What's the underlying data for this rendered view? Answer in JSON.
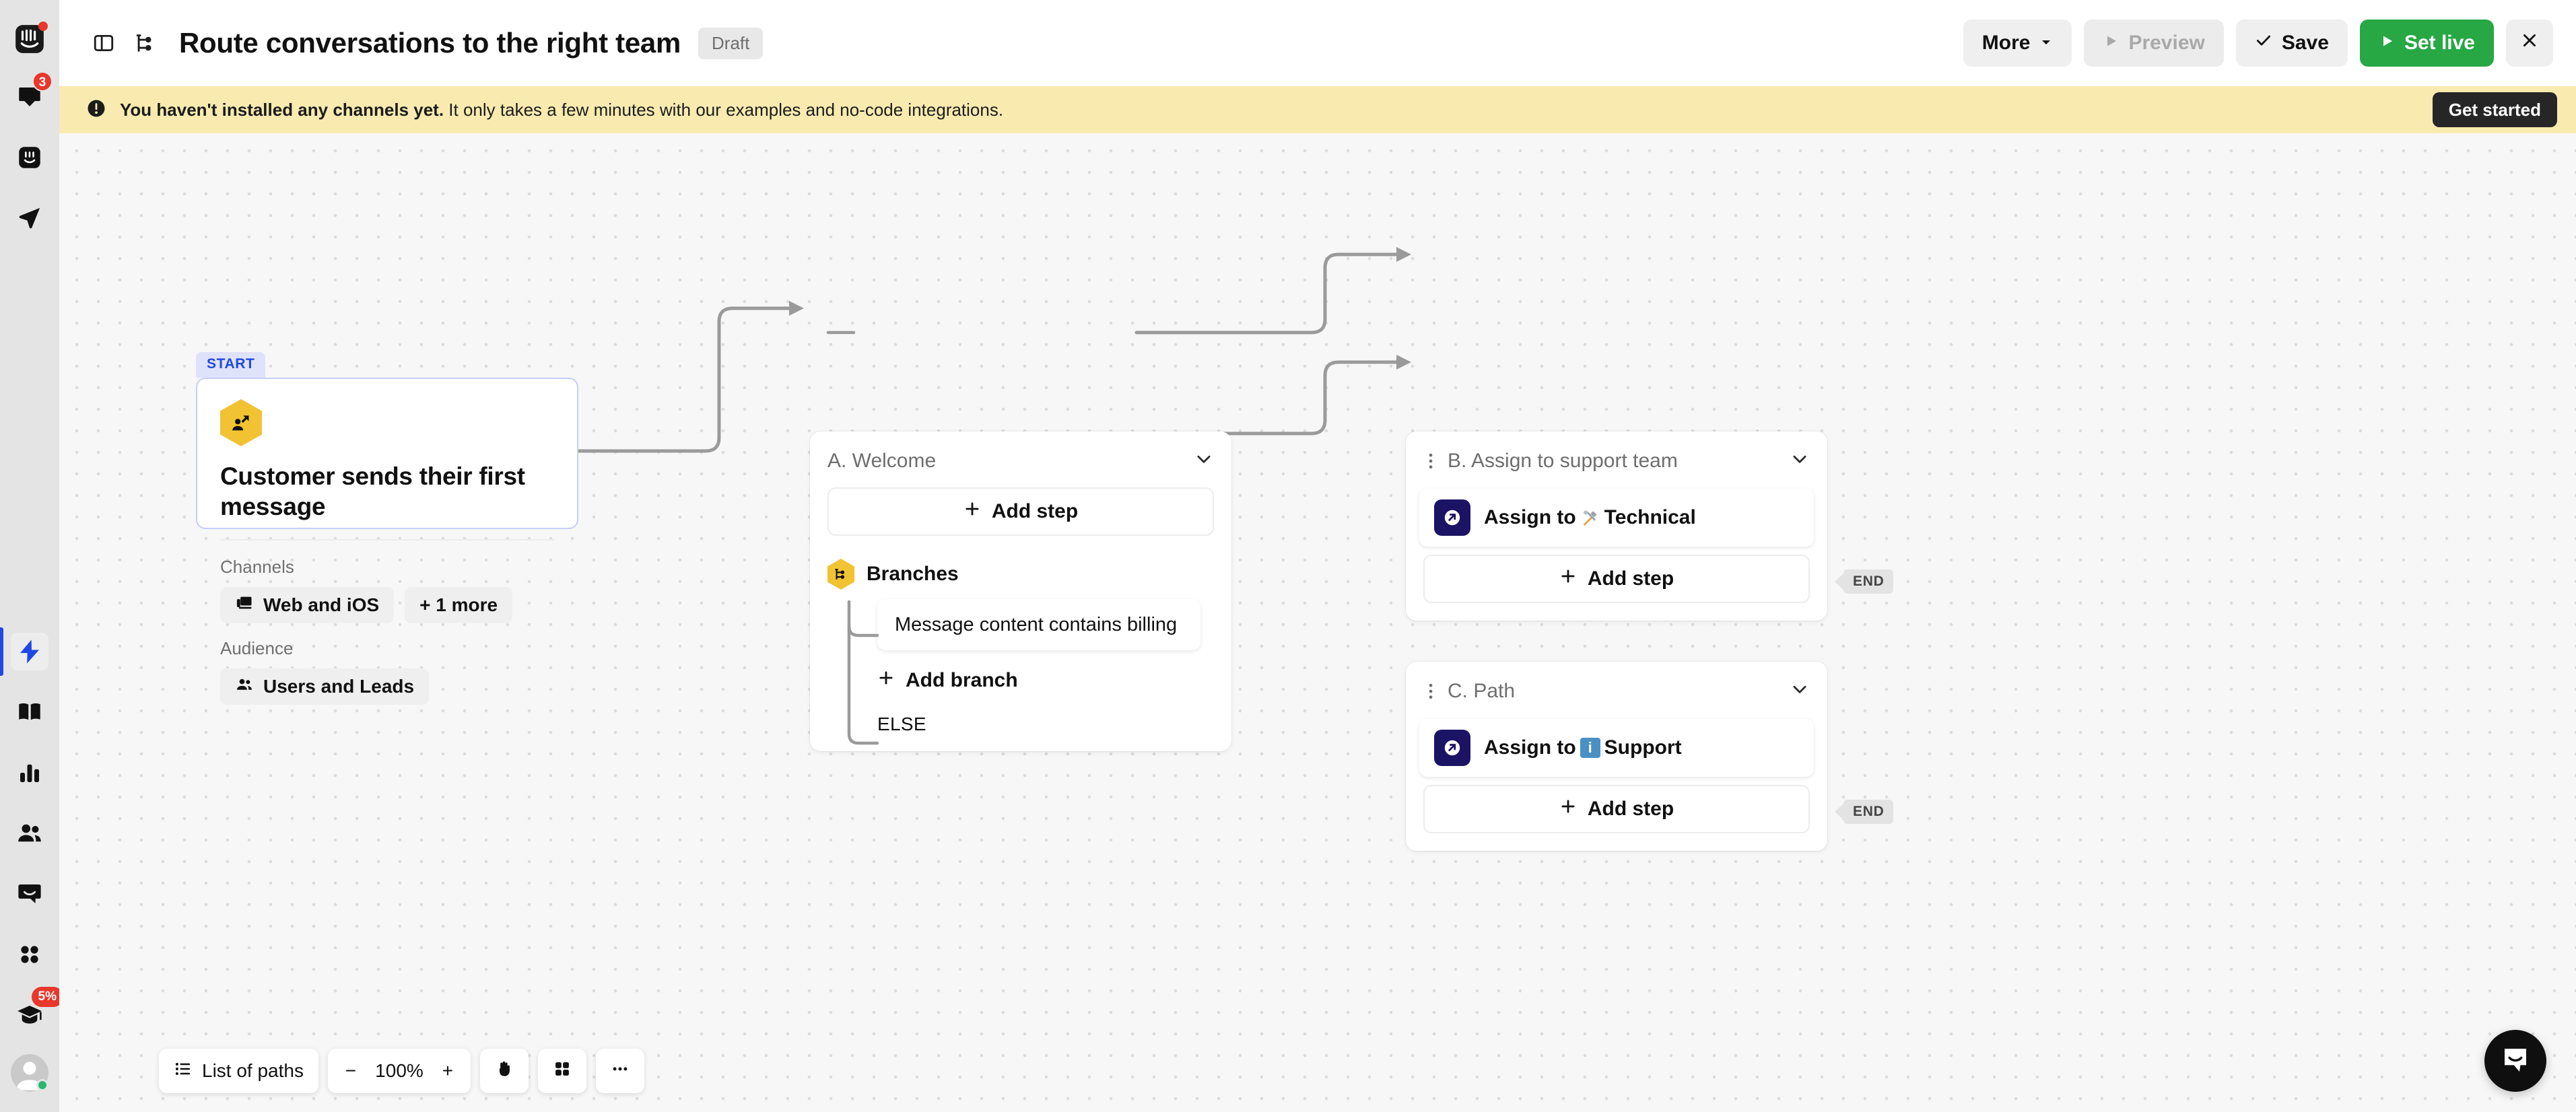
{
  "rail": {
    "logo_icon": "intercom-logo-icon",
    "top_items": [
      {
        "name": "inbox",
        "icon": "inbox-icon",
        "badge": "3"
      },
      {
        "name": "messenger",
        "icon": "messenger-face-icon",
        "badge": ""
      },
      {
        "name": "send",
        "icon": "paper-plane-icon",
        "badge": ""
      }
    ],
    "bottom_items": [
      {
        "name": "automation",
        "icon": "lightning-bolt-icon",
        "badge": "",
        "active": true
      },
      {
        "name": "knowledge",
        "icon": "book-icon",
        "badge": ""
      },
      {
        "name": "reports",
        "icon": "bar-chart-icon",
        "badge": ""
      },
      {
        "name": "contacts",
        "icon": "people-icon",
        "badge": ""
      },
      {
        "name": "messages",
        "icon": "chat-bubble-icon",
        "badge": ""
      },
      {
        "name": "apps",
        "icon": "grid-apps-icon",
        "badge": ""
      },
      {
        "name": "academy",
        "icon": "graduation-cap-icon",
        "badge": "5%"
      }
    ],
    "avatar": {
      "name": "user-avatar",
      "presence": "online"
    }
  },
  "header": {
    "panel_toggle_icon": "panel-layout-icon",
    "workflow_icon": "workflow-branch-icon",
    "title": "Route conversations to the right team",
    "status_badge": "Draft",
    "actions": {
      "more_label": "More",
      "preview_label": "Preview",
      "save_label": "Save",
      "set_live_label": "Set live",
      "close_icon": "close-x-icon"
    }
  },
  "banner": {
    "icon": "alert-circle-icon",
    "text_bold": "You haven't installed any channels yet.",
    "text_rest": " It only takes a few minutes with our examples and no-code integrations.",
    "cta_label": "Get started",
    "bg_color": "#f9ebb0"
  },
  "flow": {
    "start": {
      "tag": "START",
      "icon": "audience-trigger-icon",
      "title": "Customer sends their first message",
      "channels_label": "Channels",
      "channels": [
        {
          "label": "Web and iOS",
          "icon": "devices-icon"
        },
        {
          "label": "+ 1 more",
          "icon": ""
        }
      ],
      "audience_label": "Audience",
      "audience": [
        {
          "label": "Users and Leads",
          "icon": "people-icon"
        }
      ]
    },
    "nodes": [
      {
        "id": "welcome",
        "title": "A. Welcome",
        "chevron_icon": "chevron-down-icon",
        "add_step_label": "Add step",
        "branches_icon": "branches-icon",
        "branches_label": "Branches",
        "branch_items": [
          {
            "label": "Message content contains billing"
          }
        ],
        "add_branch_label": "Add branch",
        "else_label": "ELSE"
      },
      {
        "id": "support-team",
        "title": "B. Assign to support team",
        "grip_icon": "drag-handle-icon",
        "chevron_icon": "chevron-down-icon",
        "step": {
          "prefix": "Assign to ",
          "emoji": "hammer-and-wrench",
          "suffix": "Technical",
          "icon": "assign-arrow-icon"
        },
        "add_step_label": "Add step",
        "end_label": "END"
      },
      {
        "id": "path-c",
        "title": "C. Path",
        "grip_icon": "drag-handle-icon",
        "chevron_icon": "chevron-down-icon",
        "step": {
          "prefix": "Assign to ",
          "emoji": "information",
          "suffix": "Support",
          "icon": "assign-arrow-icon"
        },
        "add_step_label": "Add step",
        "end_label": "END"
      }
    ]
  },
  "toolbar": {
    "list_paths_label": "List of paths",
    "list_icon": "list-icon",
    "zoom_out_label": "−",
    "zoom_level": "100%",
    "zoom_in_label": "+",
    "pan_icon": "hand-pan-icon",
    "fit_icon": "grid-fit-icon",
    "more_icon": "ellipsis-icon"
  },
  "fab": {
    "icon": "messenger-launcher-icon"
  },
  "colors": {
    "accent_blue": "#1e49e2",
    "green": "#28a745",
    "yellow_banner": "#f9ebb0",
    "hex_yellow": "#f1c232",
    "step_navy": "#1b1464",
    "badge_red": "#e8372c"
  }
}
